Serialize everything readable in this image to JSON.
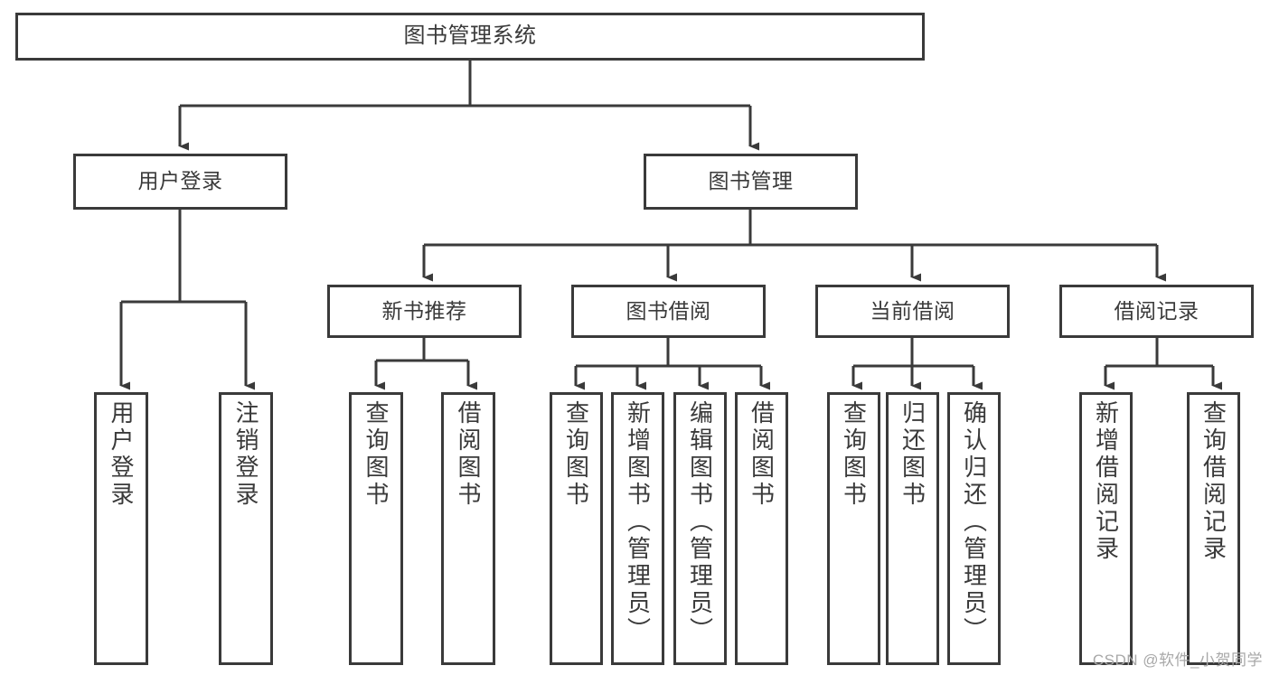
{
  "diagram": {
    "title": "图书管理系统",
    "type": "tree-hierarchy",
    "theme": {
      "stroke": "#3a3a3a",
      "fill": "#ffffff",
      "text": "#3a3a3a",
      "watermark": "#a8a8a8"
    },
    "watermark": "CSDN @软件_小贺同学",
    "levels": [
      {
        "level": 0,
        "nodes": [
          {
            "id": "root",
            "label": "图书管理系统",
            "orientation": "horizontal"
          }
        ]
      },
      {
        "level": 1,
        "nodes": [
          {
            "id": "user-login",
            "label": "用户登录",
            "orientation": "horizontal",
            "parent": "root"
          },
          {
            "id": "book-manage",
            "label": "图书管理",
            "orientation": "horizontal",
            "parent": "root"
          }
        ]
      },
      {
        "level": 2,
        "nodes": [
          {
            "id": "new-book-recommend",
            "label": "新书推荐",
            "orientation": "horizontal",
            "parent": "book-manage"
          },
          {
            "id": "book-borrow",
            "label": "图书借阅",
            "orientation": "horizontal",
            "parent": "book-manage"
          },
          {
            "id": "current-borrow",
            "label": "当前借阅",
            "orientation": "horizontal",
            "parent": "book-manage"
          },
          {
            "id": "borrow-record",
            "label": "借阅记录",
            "orientation": "horizontal",
            "parent": "book-manage"
          }
        ]
      },
      {
        "level": 3,
        "nodes": [
          {
            "id": "leaf-user-login",
            "label": "用户登录",
            "orientation": "vertical",
            "parent": "user-login"
          },
          {
            "id": "leaf-logout",
            "label": "注销登录",
            "orientation": "vertical",
            "parent": "user-login"
          },
          {
            "id": "leaf-query-book-1",
            "label": "查询图书",
            "orientation": "vertical",
            "parent": "new-book-recommend"
          },
          {
            "id": "leaf-borrow-book-1",
            "label": "借阅图书",
            "orientation": "vertical",
            "parent": "new-book-recommend"
          },
          {
            "id": "leaf-query-book-2",
            "label": "查询图书",
            "orientation": "vertical",
            "parent": "book-borrow"
          },
          {
            "id": "leaf-add-book",
            "label": "新增图书（管理员）",
            "orientation": "vertical",
            "parent": "book-borrow"
          },
          {
            "id": "leaf-edit-book",
            "label": "编辑图书（管理员）",
            "orientation": "vertical",
            "parent": "book-borrow"
          },
          {
            "id": "leaf-borrow-book-2",
            "label": "借阅图书",
            "orientation": "vertical",
            "parent": "book-borrow"
          },
          {
            "id": "leaf-query-book-3",
            "label": "查询图书",
            "orientation": "vertical",
            "parent": "current-borrow"
          },
          {
            "id": "leaf-return-book",
            "label": "归还图书",
            "orientation": "vertical",
            "parent": "current-borrow"
          },
          {
            "id": "leaf-confirm-return",
            "label": "确认归还（管理员）",
            "orientation": "vertical",
            "parent": "current-borrow"
          },
          {
            "id": "leaf-add-record",
            "label": "新增借阅记录",
            "orientation": "vertical",
            "parent": "borrow-record"
          },
          {
            "id": "leaf-query-record",
            "label": "查询借阅记录",
            "orientation": "vertical",
            "parent": "borrow-record"
          }
        ]
      }
    ]
  }
}
